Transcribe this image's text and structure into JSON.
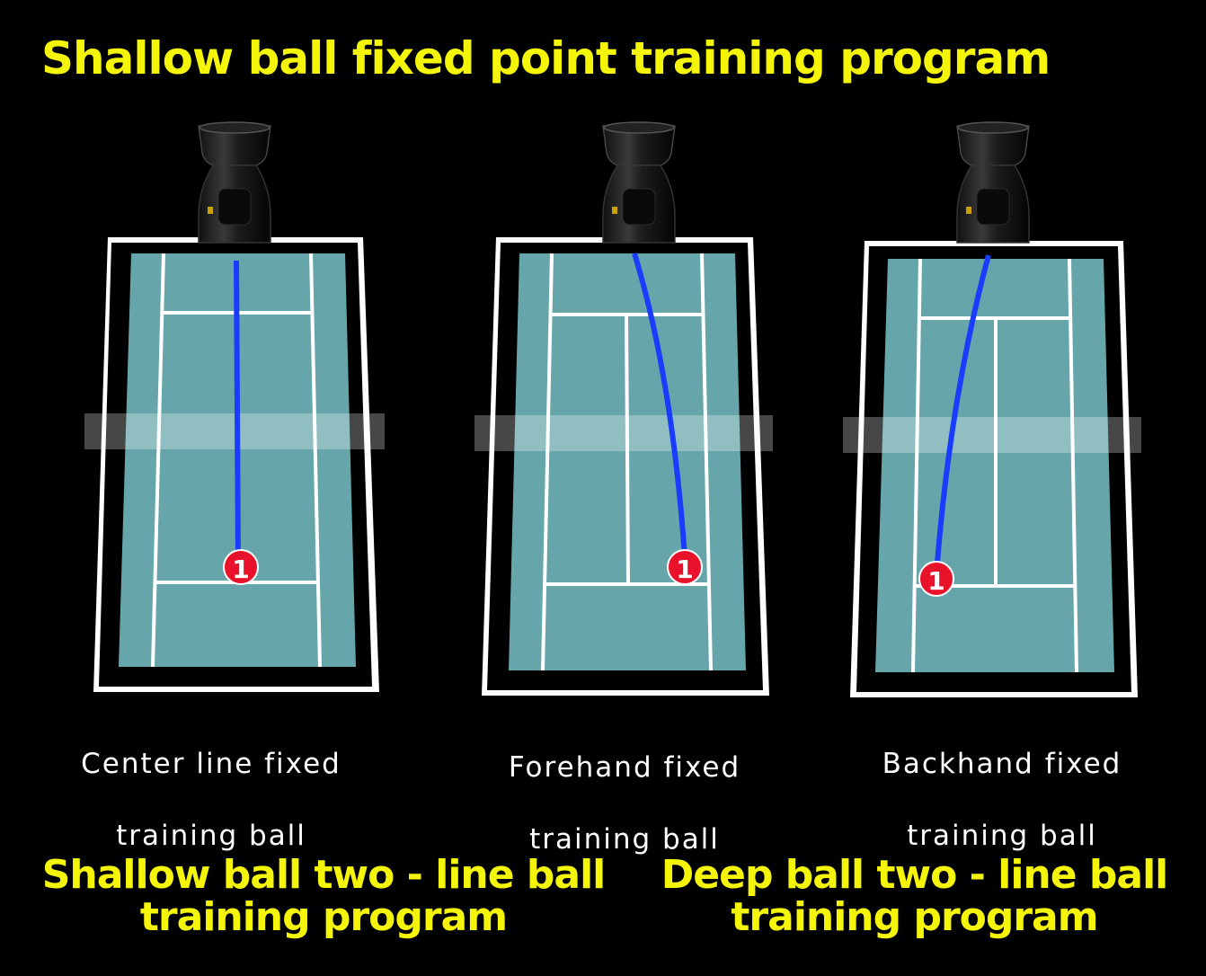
{
  "title": "Shallow ball fixed point training program",
  "panels": [
    {
      "caption_line1": "Center line fixed",
      "caption_line2": "training ball",
      "marker": "1"
    },
    {
      "caption_line1": "Forehand fixed",
      "caption_line2": "training ball",
      "marker": "1"
    },
    {
      "caption_line1": "Backhand fixed",
      "caption_line2": "training ball",
      "marker": "1"
    }
  ],
  "bottom_left": {
    "line1": "Shallow ball two - line ball",
    "line2": "training program"
  },
  "bottom_right": {
    "line1": "Deep ball two - line ball",
    "line2": "training program"
  },
  "colors": {
    "background": "#000000",
    "title": "#f5f50a",
    "court": "#66a6aa",
    "path": "#1a3cff",
    "marker": "#e8122a"
  },
  "icons": [
    "ball-machine-icon",
    "target-marker-icon"
  ]
}
